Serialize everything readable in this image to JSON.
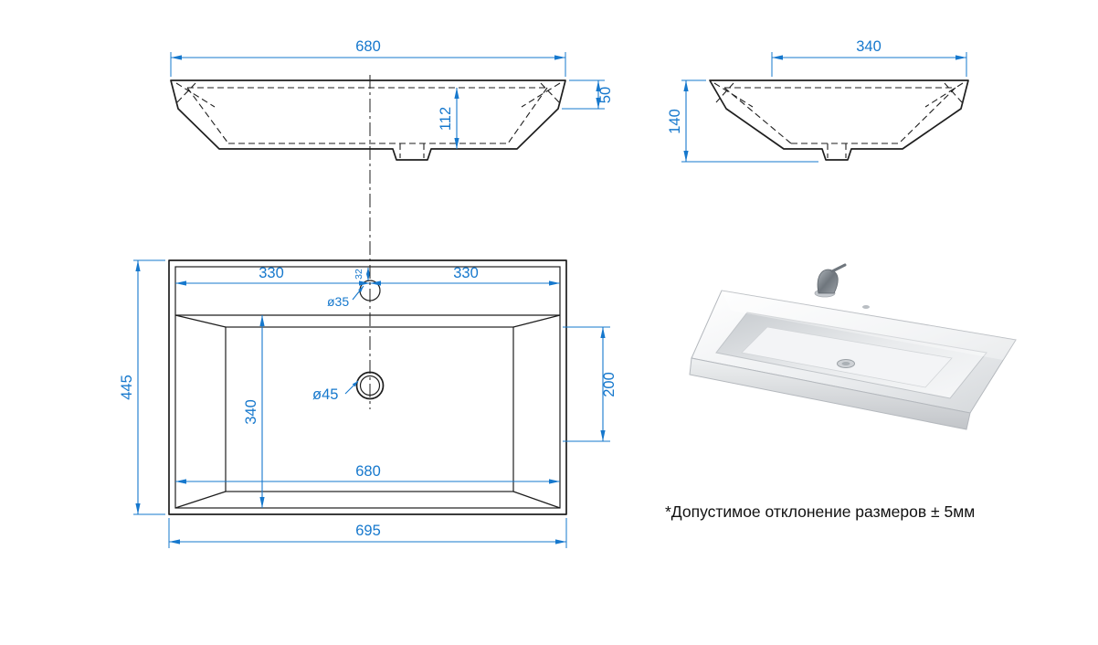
{
  "note": "*Допустимое отклонение размеров ± 5мм",
  "colors": {
    "dimension": "#1678cd",
    "line": "#1e1e1e"
  },
  "views": {
    "front_section": {
      "dims": {
        "top_width": "680",
        "bowl_depth": "112",
        "rim_height": "50"
      }
    },
    "side_section": {
      "dims": {
        "top_depth": "340",
        "height": "140"
      }
    },
    "plan": {
      "dims": {
        "center_to_left": "330",
        "center_to_right": "330",
        "faucet_offset": "32",
        "faucet_hole": "ø35",
        "drain_hole": "ø45",
        "bowl_width": "680",
        "bowl_depth": "340",
        "drain_to_front": "200",
        "overall_width": "695",
        "overall_depth": "445"
      }
    }
  }
}
